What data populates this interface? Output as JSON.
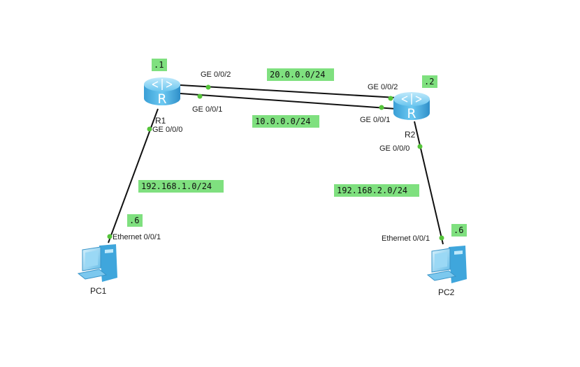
{
  "devices": {
    "r1": {
      "label": "R1",
      "icon": "router-icon"
    },
    "r2": {
      "label": "R2",
      "icon": "router-icon"
    },
    "pc1": {
      "label": "PC1",
      "icon": "pc-icon"
    },
    "pc2": {
      "label": "PC2",
      "icon": "pc-icon"
    }
  },
  "ports": {
    "r1_ge002": "GE 0/0/2",
    "r1_ge001": "GE 0/0/1",
    "r1_ge000": "GE 0/0/0",
    "r2_ge002": "GE 0/0/2",
    "r2_ge001": "GE 0/0/1",
    "r2_ge000": "GE 0/0/0",
    "pc1_eth": "Ethernet 0/0/1",
    "pc2_eth": "Ethernet 0/0/1"
  },
  "notes": {
    "r1_host": ".1",
    "r2_host": ".2",
    "pc1_host": ".6",
    "pc2_host": ".6",
    "net_20": "20.0.0.0/24",
    "net_10": "10.0.0.0/24",
    "net_lan1": "192.168.1.0/24",
    "net_lan2": "192.168.2.0/24"
  },
  "colors": {
    "note_background": "#7fe07f",
    "port_dot": "#55c43a",
    "router_body": "#5ab9ea"
  }
}
